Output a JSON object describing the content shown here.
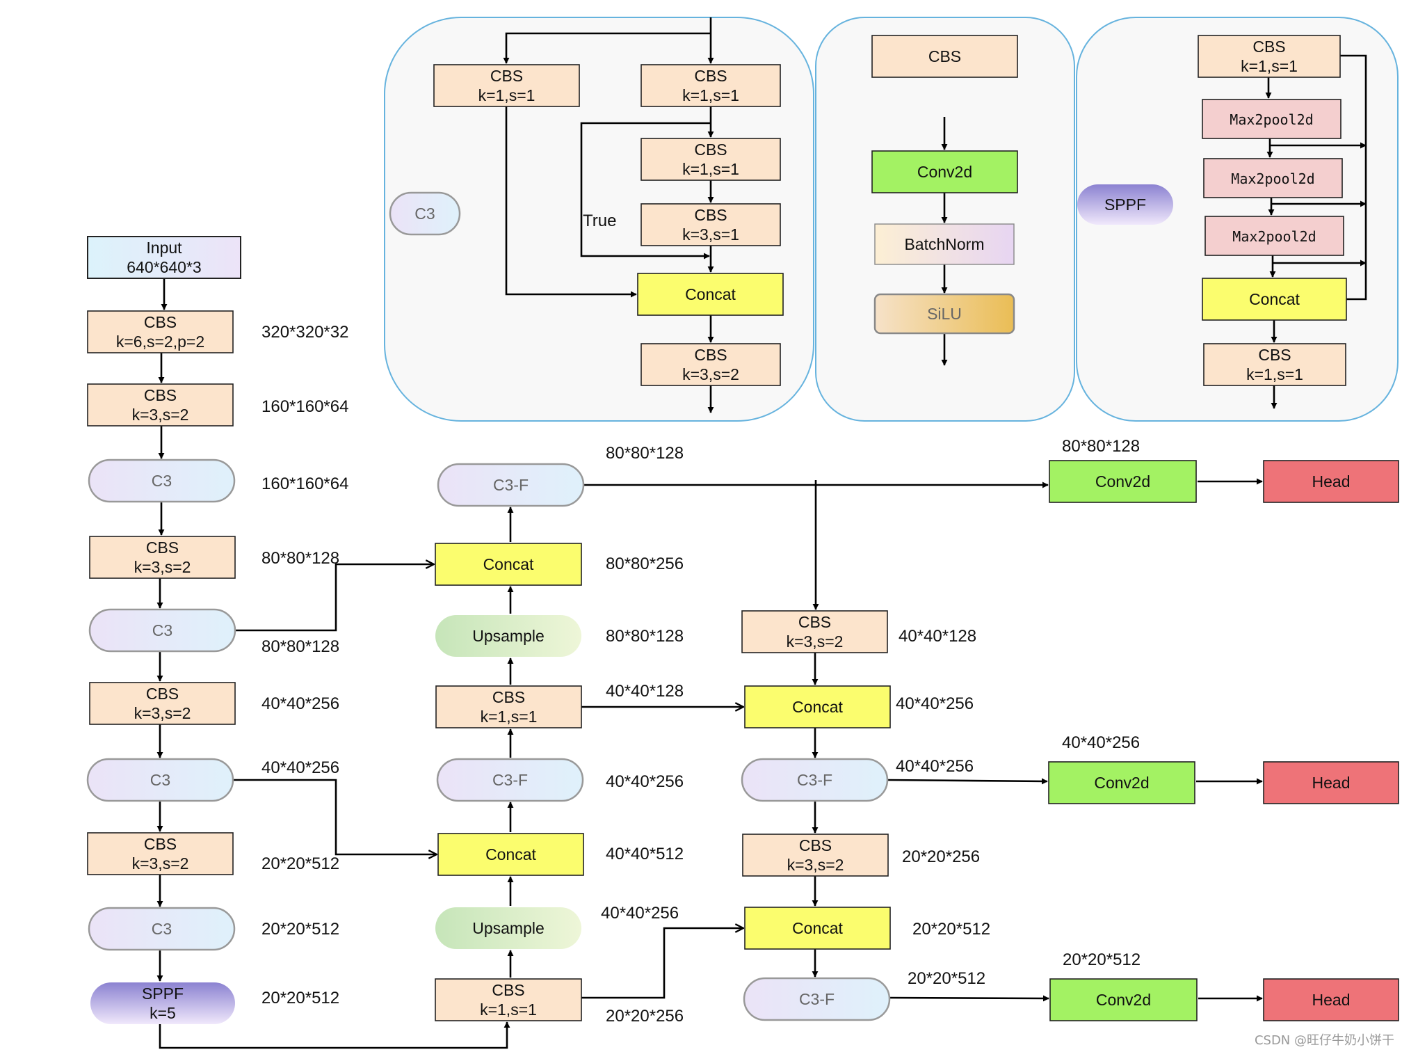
{
  "nodes": [
    {
      "id": "input",
      "lines": [
        "Input",
        "640*640*3"
      ],
      "kind": "input"
    },
    {
      "id": "b1",
      "lines": [
        "CBS",
        "k=6,s=2,p=2"
      ],
      "kind": "cbs"
    },
    {
      "id": "b2",
      "lines": [
        "CBS",
        "k=3,s=2"
      ],
      "kind": "cbs"
    },
    {
      "id": "b3",
      "lines": [
        "C3"
      ],
      "kind": "c3"
    },
    {
      "id": "b4",
      "lines": [
        "CBS",
        "k=3,s=2"
      ],
      "kind": "cbs"
    },
    {
      "id": "b5",
      "lines": [
        "C3"
      ],
      "kind": "c3"
    },
    {
      "id": "b6",
      "lines": [
        "CBS",
        "k=3,s=2"
      ],
      "kind": "cbs"
    },
    {
      "id": "b7",
      "lines": [
        "C3"
      ],
      "kind": "c3"
    },
    {
      "id": "b8",
      "lines": [
        "CBS",
        "k=3,s=2"
      ],
      "kind": "cbs"
    },
    {
      "id": "b9",
      "lines": [
        "C3"
      ],
      "kind": "c3"
    },
    {
      "id": "b10",
      "lines": [
        "SPPF",
        "k=5"
      ],
      "kind": "sppf"
    },
    {
      "id": "m1",
      "lines": [
        "C3-F"
      ],
      "kind": "c3"
    },
    {
      "id": "m2",
      "lines": [
        "Concat"
      ],
      "kind": "concat"
    },
    {
      "id": "m3",
      "lines": [
        "Upsample"
      ],
      "kind": "upsample"
    },
    {
      "id": "m4",
      "lines": [
        "CBS",
        "k=1,s=1"
      ],
      "kind": "cbs"
    },
    {
      "id": "m5",
      "lines": [
        "C3-F"
      ],
      "kind": "c3"
    },
    {
      "id": "m6",
      "lines": [
        "Concat"
      ],
      "kind": "concat"
    },
    {
      "id": "m7",
      "lines": [
        "Upsample"
      ],
      "kind": "upsample"
    },
    {
      "id": "m8",
      "lines": [
        "CBS",
        "k=1,s=1"
      ],
      "kind": "cbs"
    },
    {
      "id": "r1",
      "lines": [
        "CBS",
        "k=3,s=2"
      ],
      "kind": "cbs"
    },
    {
      "id": "r2",
      "lines": [
        "Concat"
      ],
      "kind": "concat"
    },
    {
      "id": "r3",
      "lines": [
        "C3-F"
      ],
      "kind": "c3"
    },
    {
      "id": "r4",
      "lines": [
        "CBS",
        "k=3,s=2"
      ],
      "kind": "cbs"
    },
    {
      "id": "r5",
      "lines": [
        "Concat"
      ],
      "kind": "concat"
    },
    {
      "id": "r6",
      "lines": [
        "C3-F"
      ],
      "kind": "c3"
    },
    {
      "id": "cv1",
      "lines": [
        "Conv2d"
      ],
      "kind": "conv"
    },
    {
      "id": "cv2",
      "lines": [
        "Conv2d"
      ],
      "kind": "conv"
    },
    {
      "id": "cv3",
      "lines": [
        "Conv2d"
      ],
      "kind": "conv"
    },
    {
      "id": "h1",
      "lines": [
        "Head"
      ],
      "kind": "head"
    },
    {
      "id": "h2",
      "lines": [
        "Head"
      ],
      "kind": "head"
    },
    {
      "id": "h3",
      "lines": [
        "Head"
      ],
      "kind": "head"
    },
    {
      "id": "p1a",
      "lines": [
        "CBS",
        "k=1,s=1"
      ],
      "kind": "cbs"
    },
    {
      "id": "p1b",
      "lines": [
        "CBS",
        "k=1,s=1"
      ],
      "kind": "cbs"
    },
    {
      "id": "p1c",
      "lines": [
        "CBS",
        "k=1,s=1"
      ],
      "kind": "cbs"
    },
    {
      "id": "p1d",
      "lines": [
        "CBS",
        "k=3,s=1"
      ],
      "kind": "cbs"
    },
    {
      "id": "p1e",
      "lines": [
        "Concat"
      ],
      "kind": "concat"
    },
    {
      "id": "p1f",
      "lines": [
        "CBS",
        "k=3,s=2"
      ],
      "kind": "cbs"
    },
    {
      "id": "p1label",
      "lines": [
        "C3"
      ],
      "kind": "c3"
    },
    {
      "id": "p2a",
      "lines": [
        "CBS"
      ],
      "kind": "cbs"
    },
    {
      "id": "p2b",
      "lines": [
        "Conv2d"
      ],
      "kind": "conv"
    },
    {
      "id": "p2c",
      "lines": [
        "BatchNorm"
      ],
      "kind": "batchnorm"
    },
    {
      "id": "p2d",
      "lines": [
        "SiLU"
      ],
      "kind": "silu"
    },
    {
      "id": "p3label",
      "lines": [
        "SPPF"
      ],
      "kind": "sppf"
    },
    {
      "id": "p3a",
      "lines": [
        "CBS",
        "k=1,s=1"
      ],
      "kind": "cbs"
    },
    {
      "id": "p3b",
      "lines": [
        "Max2pool2d"
      ],
      "kind": "maxpool"
    },
    {
      "id": "p3c",
      "lines": [
        "Max2pool2d"
      ],
      "kind": "maxpool"
    },
    {
      "id": "p3d",
      "lines": [
        "Max2pool2d"
      ],
      "kind": "maxpool"
    },
    {
      "id": "p3e",
      "lines": [
        "Concat"
      ],
      "kind": "concat"
    },
    {
      "id": "p3f",
      "lines": [
        "CBS",
        "k=1,s=1"
      ],
      "kind": "cbs"
    }
  ],
  "dims": [
    {
      "id": "d1",
      "text": "320*320*32"
    },
    {
      "id": "d2",
      "text": "160*160*64"
    },
    {
      "id": "d3",
      "text": "160*160*64"
    },
    {
      "id": "d4",
      "text": "80*80*128"
    },
    {
      "id": "d5",
      "text": "80*80*128"
    },
    {
      "id": "d6",
      "text": "40*40*256"
    },
    {
      "id": "d7",
      "text": "40*40*256"
    },
    {
      "id": "d8",
      "text": "20*20*512"
    },
    {
      "id": "d9",
      "text": "20*20*512"
    },
    {
      "id": "d10",
      "text": "20*20*512"
    },
    {
      "id": "d11",
      "text": "80*80*128"
    },
    {
      "id": "d12",
      "text": "80*80*256"
    },
    {
      "id": "d13",
      "text": "80*80*128"
    },
    {
      "id": "d14",
      "text": "40*40*128"
    },
    {
      "id": "d15",
      "text": "40*40*256"
    },
    {
      "id": "d16",
      "text": "40*40*512"
    },
    {
      "id": "d17",
      "text": "40*40*256"
    },
    {
      "id": "d18",
      "text": "20*20*256"
    },
    {
      "id": "d19",
      "text": "40*40*128"
    },
    {
      "id": "d20",
      "text": "40*40*256"
    },
    {
      "id": "d21",
      "text": "40*40*256"
    },
    {
      "id": "d22",
      "text": "20*20*256"
    },
    {
      "id": "d23",
      "text": "20*20*512"
    },
    {
      "id": "d24",
      "text": "20*20*512"
    },
    {
      "id": "d25",
      "text": "80*80*128"
    },
    {
      "id": "d26",
      "text": "40*40*256"
    },
    {
      "id": "d27",
      "text": "20*20*512"
    }
  ],
  "edge_labels": [
    {
      "id": "e_true",
      "text": "True"
    }
  ],
  "watermark": "CSDN @旺仔牛奶小饼干",
  "colors": {
    "cbs": "#fce4cc",
    "concat": "#fbfd6e",
    "conv": "#a3f263",
    "head": "#ee7378",
    "panel_border": "#66b3de",
    "panel_fill": "#f8f8f8"
  }
}
